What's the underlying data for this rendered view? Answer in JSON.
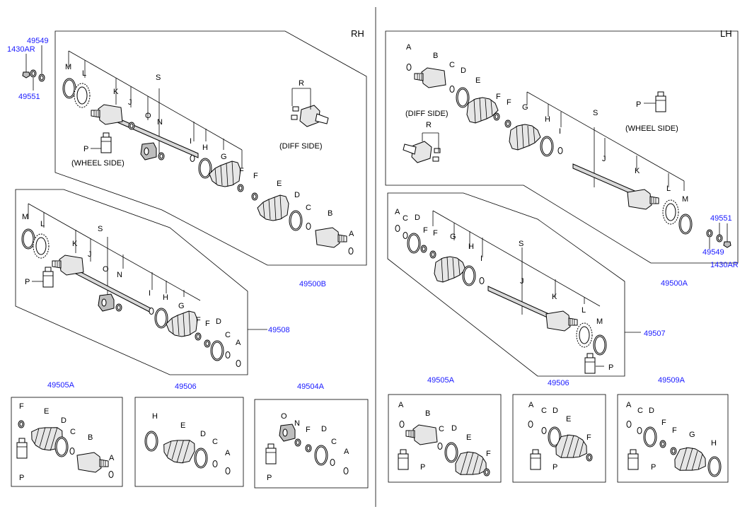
{
  "colors": {
    "ref_link": "#1a1aff",
    "line": "#000000"
  },
  "sides": {
    "rh": "RH",
    "lh": "LH"
  },
  "captions": {
    "wheel_side": "(WHEEL SIDE)",
    "diff_side": "(DIFF SIDE)"
  },
  "refs": {
    "r49549": "49549",
    "r1430ar": "1430AR",
    "r49551": "49551",
    "r49500b": "49500B",
    "r49508": "49508",
    "r49505a": "49505A",
    "r49506": "49506",
    "r49504a": "49504A",
    "r49500a": "49500A",
    "r49507": "49507",
    "r49509a": "49509A"
  },
  "letters": {
    "A": "A",
    "B": "B",
    "C": "C",
    "D": "D",
    "E": "E",
    "F": "F",
    "G": "G",
    "H": "H",
    "I": "I",
    "J": "J",
    "K": "K",
    "L": "L",
    "M": "M",
    "N": "N",
    "O": "O",
    "P": "P",
    "R": "R",
    "S": "S"
  }
}
